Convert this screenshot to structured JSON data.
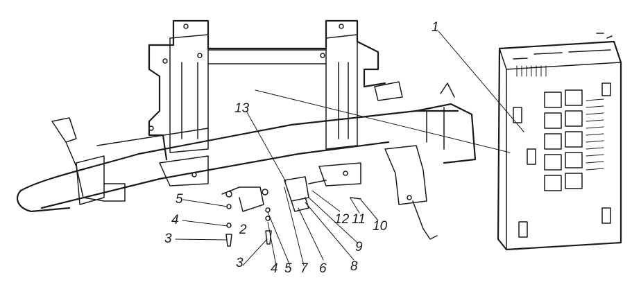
{
  "diagram": {
    "callouts": [
      "1",
      "2",
      "3",
      "3",
      "4",
      "4",
      "5",
      "5",
      "6",
      "7",
      "8",
      "9",
      "10",
      "11",
      "12",
      "13"
    ]
  }
}
